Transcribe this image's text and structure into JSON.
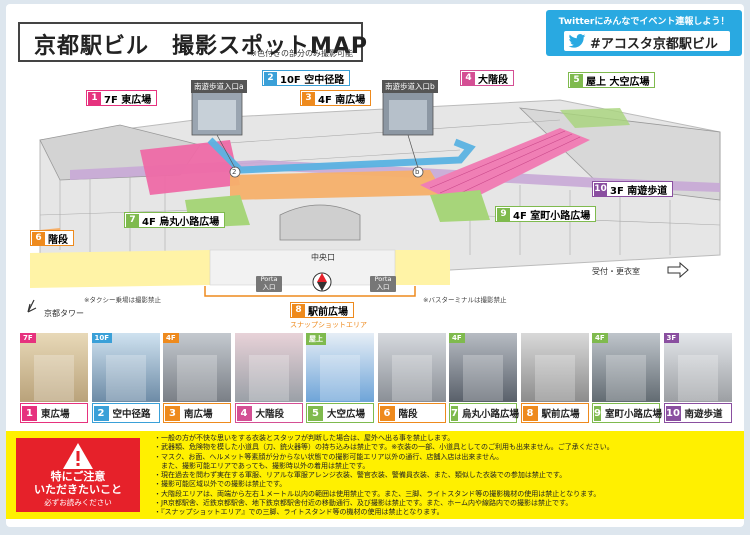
{
  "title": "京都駅ビル　撮影スポットMAP",
  "subtitle": "※色付きの部分のみ撮影可能",
  "twitter": {
    "text": "Twitterにみんなでイベント連報しよう！",
    "hashtag": "#アコスタ京都駅ビル"
  },
  "colors": {
    "pink": "#e6327e",
    "blue": "#3aa0d8",
    "orange": "#ee8a1d",
    "magenta": "#d44f94",
    "green": "#7fba4e",
    "purple": "#8a4fa0",
    "yellow": "#fff000",
    "red": "#e6212a"
  },
  "map_labels": [
    {
      "n": "1",
      "text": "7F 東広場",
      "color": "#e6327e"
    },
    {
      "n": "2",
      "text": "10F 空中径路",
      "color": "#3aa0d8"
    },
    {
      "n": "3",
      "text": "4F 南広場",
      "color": "#ee8a1d"
    },
    {
      "n": "4",
      "text": "大階段",
      "color": "#d44f94"
    },
    {
      "n": "5",
      "text": "屋上 大空広場",
      "color": "#7fba4e"
    },
    {
      "n": "6",
      "text": "階段",
      "color": "#ee8a1d"
    },
    {
      "n": "7",
      "text": "4F 烏丸小路広場",
      "color": "#7fba4e"
    },
    {
      "n": "8",
      "text": "駅前広場",
      "color": "#ee8a1d"
    },
    {
      "n": "9",
      "text": "4F 室町小路広場",
      "color": "#7fba4e"
    },
    {
      "n": "10",
      "text": "3F 南遊歩道",
      "color": "#8a4fa0"
    }
  ],
  "map_photo_tags": [
    "南遊歩道入口a",
    "南遊歩道入口b"
  ],
  "map_text": {
    "central": "中央口",
    "portal": "Porta\n入口",
    "kyoto_tower": "京都タワー",
    "exit": "受付・更衣室",
    "snap_area": "スナップショットエリア",
    "taxi_note": "※タクシー乗場は撮影禁止",
    "bus_note": "※バスターミナルは撮影禁止",
    "marker_2": "2",
    "marker_b": "b"
  },
  "cards": [
    {
      "floor": "7F",
      "n": "1",
      "label": "東広場",
      "color": "#e6327e"
    },
    {
      "floor": "10F",
      "n": "2",
      "label": "空中径路",
      "color": "#3aa0d8"
    },
    {
      "floor": "4F",
      "n": "3",
      "label": "南広場",
      "color": "#ee8a1d"
    },
    {
      "floor": "",
      "n": "4",
      "label": "大階段",
      "color": "#d44f94"
    },
    {
      "floor": "屋上",
      "n": "5",
      "label": "大空広場",
      "color": "#7fba4e"
    },
    {
      "floor": "",
      "n": "6",
      "label": "階段",
      "color": "#ee8a1d"
    },
    {
      "floor": "4F",
      "n": "7",
      "label": "烏丸小路広場",
      "color": "#7fba4e"
    },
    {
      "floor": "",
      "n": "8",
      "label": "駅前広場",
      "color": "#ee8a1d"
    },
    {
      "floor": "4F",
      "n": "9",
      "label": "室町小路広場",
      "color": "#7fba4e"
    },
    {
      "floor": "3F",
      "n": "10",
      "label": "南遊歩道",
      "color": "#8a4fa0"
    }
  ],
  "warning": {
    "title_line1": "特にご注意",
    "title_line2": "いただきたいこと",
    "sub": "必ずお読みください",
    "rules": [
      "・一般の方が不快な思いをする衣装とスタッフが判断した場合は、屋外へ出る事を禁止します。",
      "・武器類、危険物を模した小道具（刀、銃火器等）の持ち込みは禁止です。※衣装の一部、小道具としてのご利用も出来ません。ご了承ください。",
      "・マスク、お面、ヘルメット等素顔が分からない状態での撮影可能エリア以外の通行、店舗入店は出来ません。",
      "　また、撮影可能エリアであっても、撮影時以外の着用は禁止です。",
      "・現在過去を問わず実在する軍服、リアルな軍服アレンジ衣装、警官衣装、警備員衣装、また、類似した衣装での参加は禁止です。",
      "・撮影可能区域以外での撮影は禁止です。",
      "・大階段エリアは、両端から左右１メートル以内の範囲は使用禁止です。また、三脚、ライトスタンド等の撮影機材の使用は禁止となります。",
      "・JR京都駅舎、近鉄京都駅舎、地下鉄京都駅舎付近の移動通行、及び撮影は禁止です。また、ホーム内や線路内での撮影は禁止です。",
      "・『スナップショットエリア』での三脚、ライトスタンド等の機材の使用は禁止となります。"
    ]
  }
}
